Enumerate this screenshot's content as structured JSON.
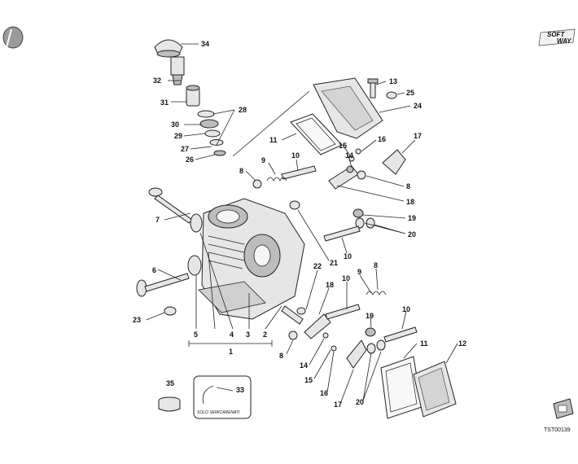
{
  "diagram": {
    "drawing_code": "TST00139",
    "badge_line1": "SOFT",
    "badge_line2": "WAY",
    "note_text": "SOLO SEMICARENATI",
    "callouts": [
      {
        "id": "c34",
        "text": "34"
      },
      {
        "id": "c32",
        "text": "32"
      },
      {
        "id": "c31",
        "text": "31"
      },
      {
        "id": "c28",
        "text": "28"
      },
      {
        "id": "c30",
        "text": "30"
      },
      {
        "id": "c29",
        "text": "29"
      },
      {
        "id": "c27",
        "text": "27"
      },
      {
        "id": "c26",
        "text": "26"
      },
      {
        "id": "c13",
        "text": "13"
      },
      {
        "id": "c25",
        "text": "25"
      },
      {
        "id": "c24",
        "text": "24"
      },
      {
        "id": "c11a",
        "text": "11"
      },
      {
        "id": "c16a",
        "text": "16"
      },
      {
        "id": "c15a",
        "text": "15"
      },
      {
        "id": "c14a",
        "text": "14"
      },
      {
        "id": "c17a",
        "text": "17"
      },
      {
        "id": "c9a",
        "text": "9"
      },
      {
        "id": "c10a",
        "text": "10"
      },
      {
        "id": "c8a",
        "text": "8"
      },
      {
        "id": "c8b",
        "text": "8"
      },
      {
        "id": "c18a",
        "text": "18"
      },
      {
        "id": "c7",
        "text": "7"
      },
      {
        "id": "c19a",
        "text": "19"
      },
      {
        "id": "c20a",
        "text": "20"
      },
      {
        "id": "c10b",
        "text": "10"
      },
      {
        "id": "c21",
        "text": "21"
      },
      {
        "id": "c6",
        "text": "6"
      },
      {
        "id": "c22",
        "text": "22"
      },
      {
        "id": "c8c",
        "text": "8"
      },
      {
        "id": "c9b",
        "text": "9"
      },
      {
        "id": "c18b",
        "text": "18"
      },
      {
        "id": "c10c",
        "text": "10"
      },
      {
        "id": "c23",
        "text": "23"
      },
      {
        "id": "c19b",
        "text": "19"
      },
      {
        "id": "c10d",
        "text": "10"
      },
      {
        "id": "c5",
        "text": "5"
      },
      {
        "id": "c4",
        "text": "4"
      },
      {
        "id": "c3",
        "text": "3"
      },
      {
        "id": "c2",
        "text": "2"
      },
      {
        "id": "c1",
        "text": "1"
      },
      {
        "id": "c8d",
        "text": "8"
      },
      {
        "id": "c14b",
        "text": "14"
      },
      {
        "id": "c11b",
        "text": "11"
      },
      {
        "id": "c12",
        "text": "12"
      },
      {
        "id": "c15b",
        "text": "15"
      },
      {
        "id": "c16b",
        "text": "16"
      },
      {
        "id": "c17b",
        "text": "17"
      },
      {
        "id": "c20b",
        "text": "20"
      },
      {
        "id": "c35",
        "text": "35"
      },
      {
        "id": "c33",
        "text": "33"
      }
    ]
  }
}
